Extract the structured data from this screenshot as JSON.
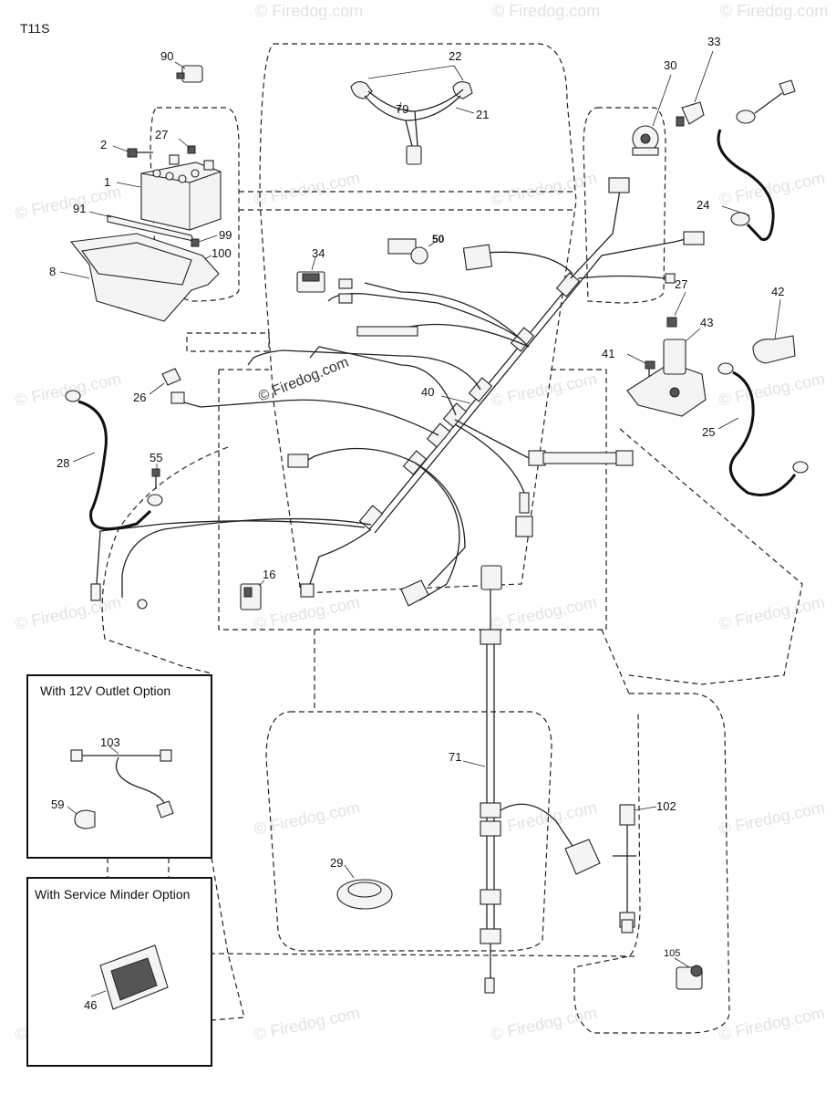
{
  "diagram_code": "T11S",
  "watermark": "© Firedog.com",
  "center_watermark": "© Firedog.com",
  "insets": {
    "outlet": {
      "title": "With 12V Outlet Option"
    },
    "service": {
      "title": "With Service Minder Option"
    }
  },
  "labels": {
    "l90": "90",
    "l22": "22",
    "l30": "30",
    "l33": "33",
    "l2": "2",
    "l27a": "27",
    "l79": "79",
    "l21": "21",
    "l1": "1",
    "l91": "91",
    "l99": "99",
    "l100": "100",
    "l8": "8",
    "l24": "24",
    "l34": "34",
    "l50": "50",
    "l27b": "27",
    "l42": "42",
    "l43": "43",
    "l41": "41",
    "l26": "26",
    "l40": "40",
    "l25": "25",
    "l28": "28",
    "l55": "55",
    "l16": "16",
    "l103": "103",
    "l59": "59",
    "l71": "71",
    "l102": "102",
    "l29": "29",
    "l46": "46",
    "l105": "105"
  }
}
